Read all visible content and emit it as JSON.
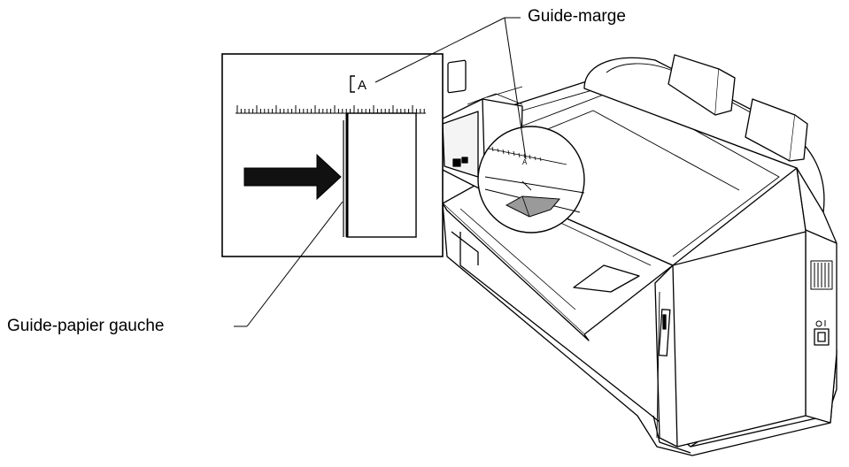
{
  "labels": {
    "margin_guide": "Guide-marge",
    "left_paper_guide": "Guide-papier gauche",
    "scale_marker": "A",
    "printer_marker": "A"
  },
  "colors": {
    "ink": "#000000",
    "paper": "#ffffff",
    "arrow_fill": "#111111",
    "shade": "#9a9a9a",
    "panel_face": "#f4f4f4"
  }
}
